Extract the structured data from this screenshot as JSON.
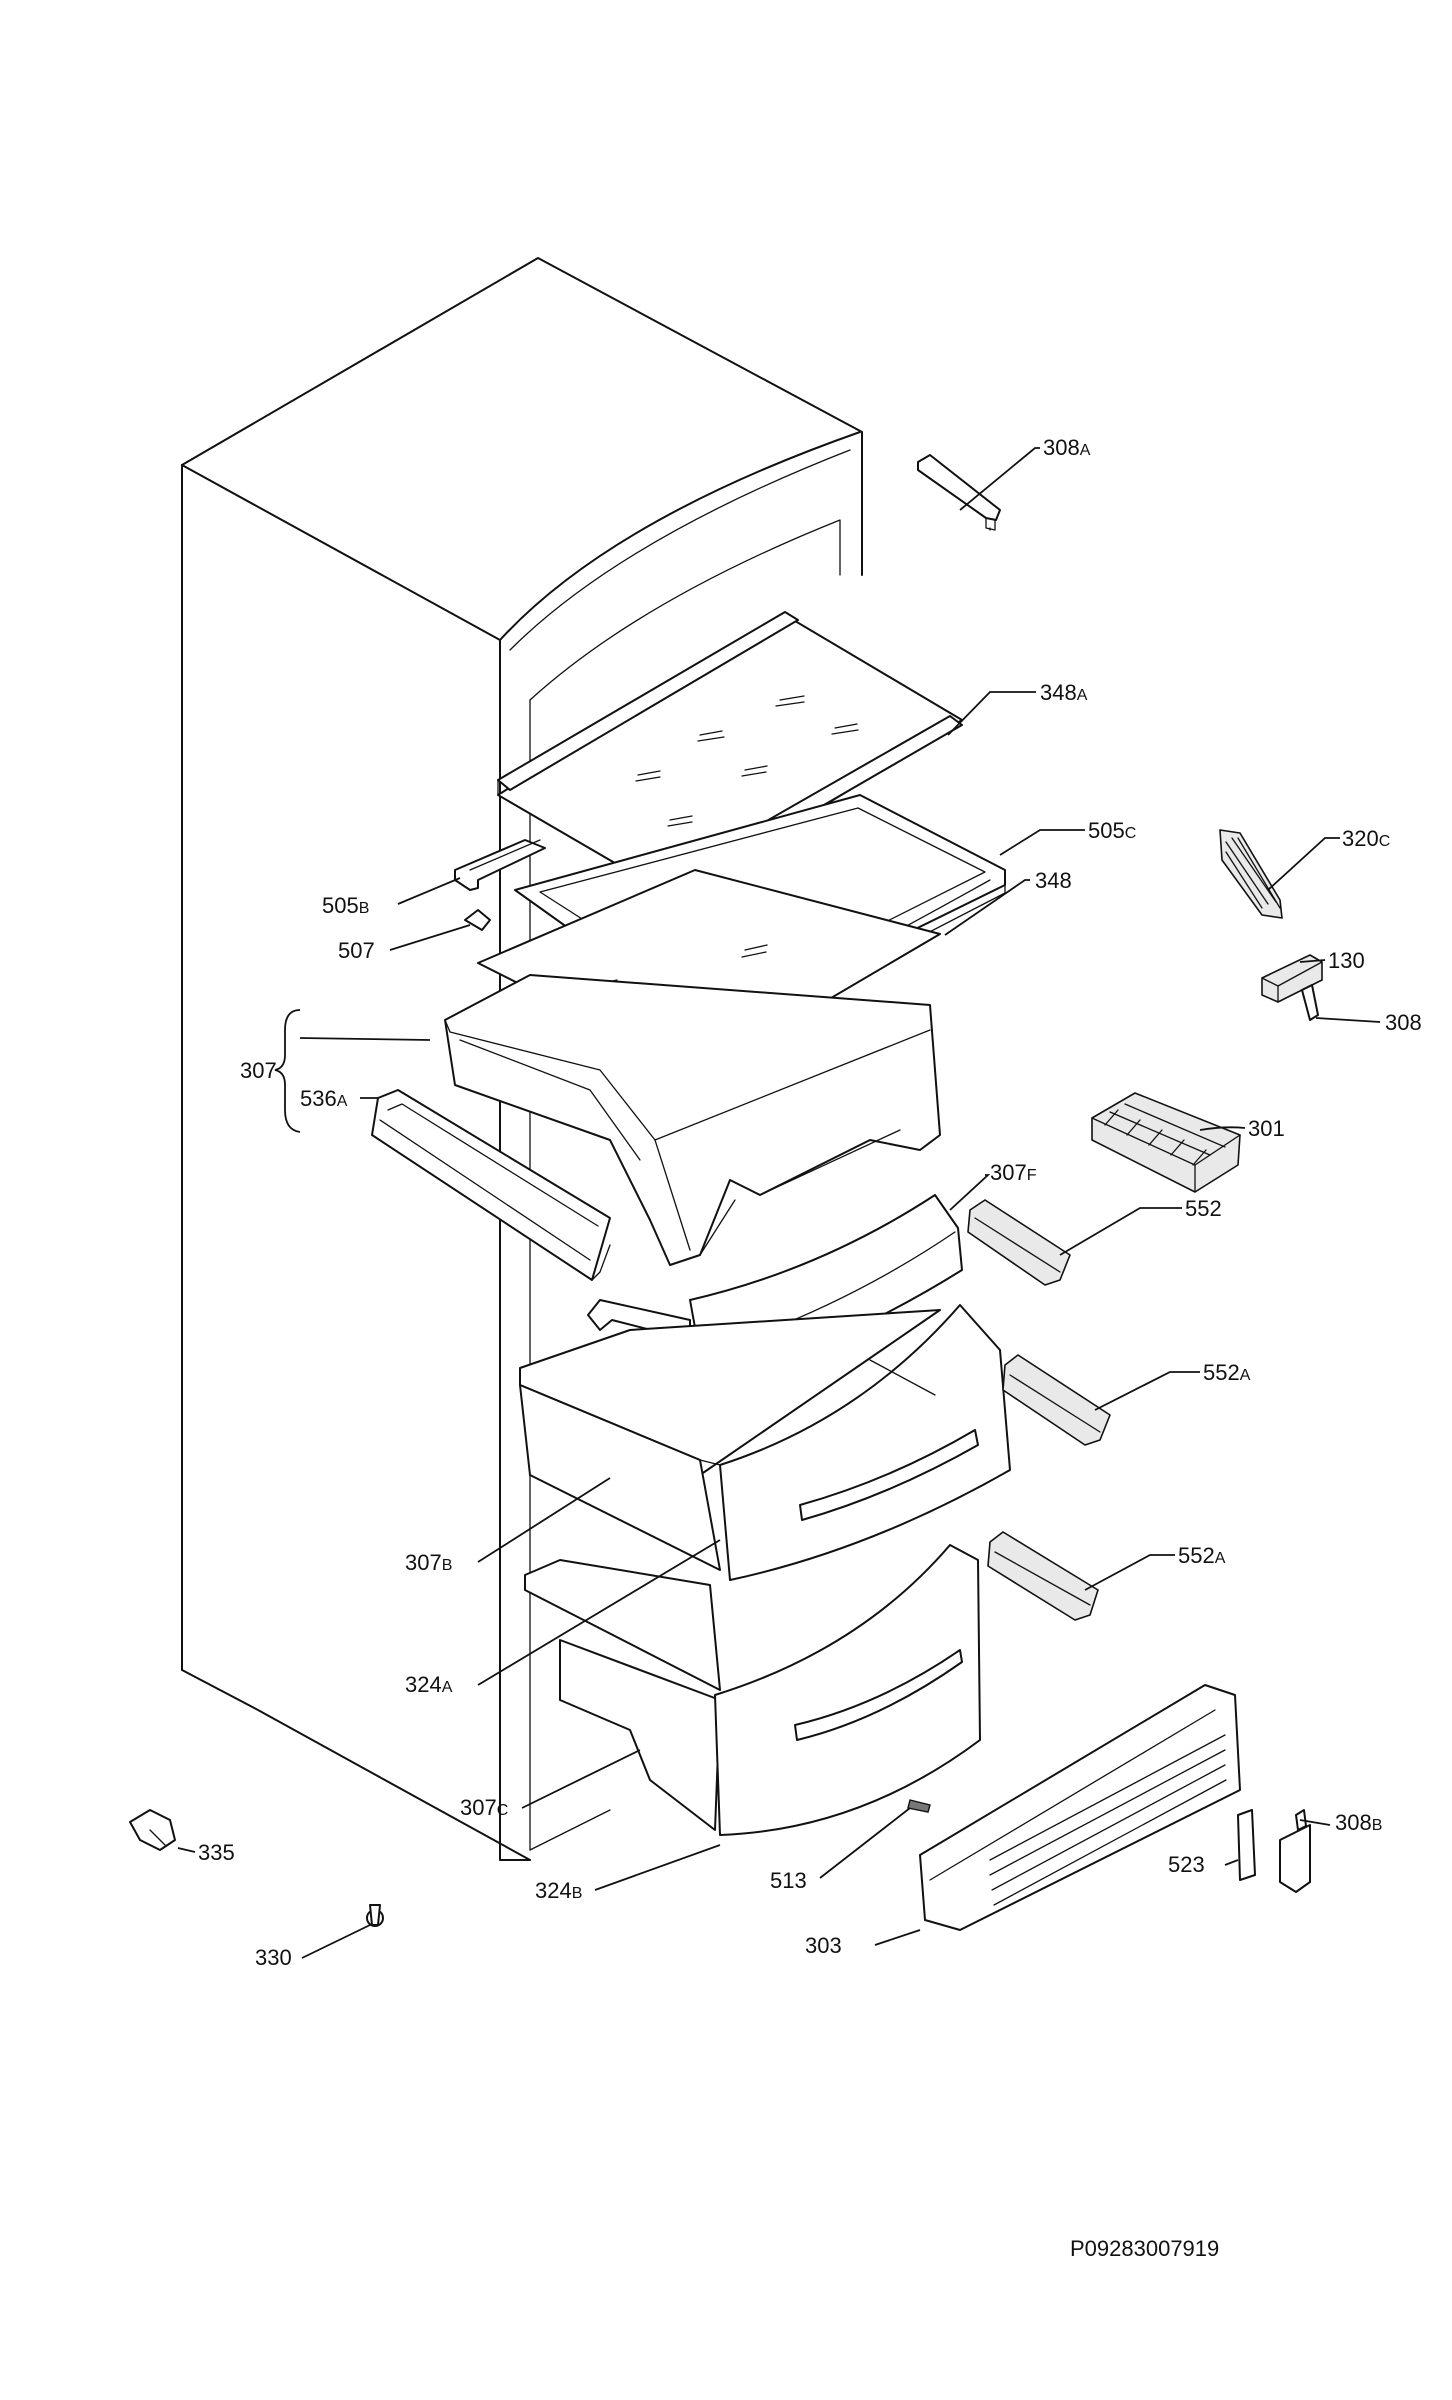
{
  "diagram": {
    "reference_code": "P09283007919",
    "labels": [
      {
        "id": "308A",
        "num": "308",
        "sfx": "A"
      },
      {
        "id": "348A",
        "num": "348",
        "sfx": "A"
      },
      {
        "id": "505C",
        "num": "505",
        "sfx": "C"
      },
      {
        "id": "320C",
        "num": "320",
        "sfx": "C"
      },
      {
        "id": "505B",
        "num": "505",
        "sfx": "B"
      },
      {
        "id": "348",
        "num": "348",
        "sfx": ""
      },
      {
        "id": "507",
        "num": "507",
        "sfx": ""
      },
      {
        "id": "130",
        "num": "130",
        "sfx": ""
      },
      {
        "id": "308",
        "num": "308",
        "sfx": ""
      },
      {
        "id": "307",
        "num": "307",
        "sfx": ""
      },
      {
        "id": "536A",
        "num": "536",
        "sfx": "A"
      },
      {
        "id": "301",
        "num": "301",
        "sfx": ""
      },
      {
        "id": "307F",
        "num": "307",
        "sfx": "F"
      },
      {
        "id": "552",
        "num": "552",
        "sfx": ""
      },
      {
        "id": "552A-upper",
        "num": "552",
        "sfx": "A"
      },
      {
        "id": "307B",
        "num": "307",
        "sfx": "B"
      },
      {
        "id": "552A-lower",
        "num": "552",
        "sfx": "A"
      },
      {
        "id": "324A",
        "num": "324",
        "sfx": "A"
      },
      {
        "id": "307C",
        "num": "307",
        "sfx": "C"
      },
      {
        "id": "335",
        "num": "335",
        "sfx": ""
      },
      {
        "id": "308B",
        "num": "308",
        "sfx": "B"
      },
      {
        "id": "523",
        "num": "523",
        "sfx": ""
      },
      {
        "id": "324B",
        "num": "324",
        "sfx": "B"
      },
      {
        "id": "513",
        "num": "513",
        "sfx": ""
      },
      {
        "id": "303",
        "num": "303",
        "sfx": ""
      },
      {
        "id": "330",
        "num": "330",
        "sfx": ""
      }
    ]
  }
}
